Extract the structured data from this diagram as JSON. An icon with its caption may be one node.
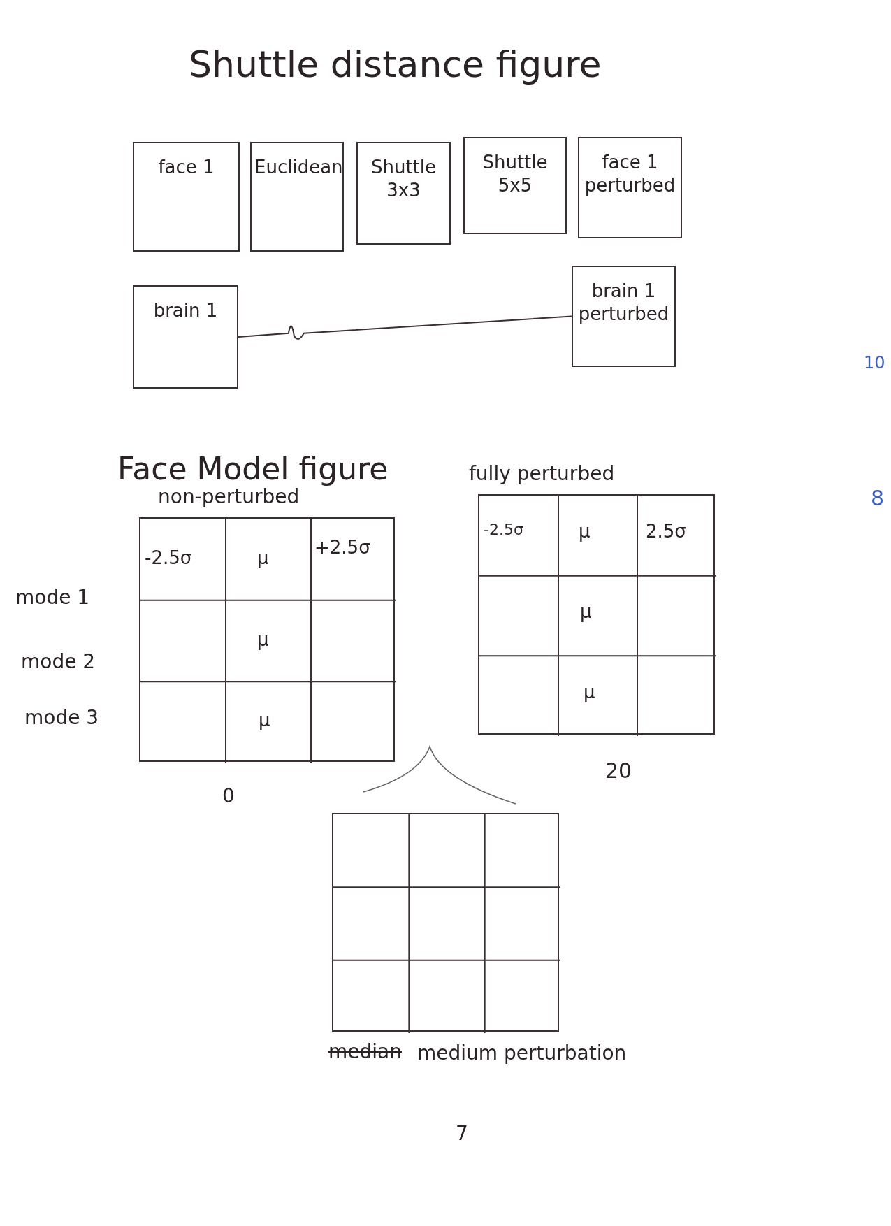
{
  "diagram": {
    "title": "Shuttle distance figure",
    "nodes": [
      {
        "text": [
          "face 1"
        ]
      },
      {
        "text": [
          "Euclidean"
        ]
      },
      {
        "text": [
          "Shuttle 3x3"
        ]
      },
      {
        "text": [
          "Shuttle 5x5"
        ]
      },
      {
        "text": [
          "face 1 perturbed"
        ]
      },
      {
        "text": [
          "brain 1"
        ]
      },
      {
        "text": [
          "brain 1 perturbed"
        ]
      },
      {
        "text": [
          "non-perturbed"
        ]
      },
      {
        "text": [
          "fully perturbed"
        ]
      },
      {
        "text": [
          "medium perturbation"
        ]
      }
    ],
    "edges": [
      {
        "from": 5,
        "to": 6,
        "arrow": "none"
      }
    ],
    "labels": [
      "Face Model figure",
      "-2.5σ",
      "μ",
      "+2.5σ",
      "μ",
      "μ",
      "mode 1",
      "mode 2",
      "mode 3",
      "-2.5σ",
      "μ",
      "2.5σ",
      "μ",
      "μ",
      "0",
      "20",
      "median",
      "7",
      "10",
      "8"
    ]
  }
}
